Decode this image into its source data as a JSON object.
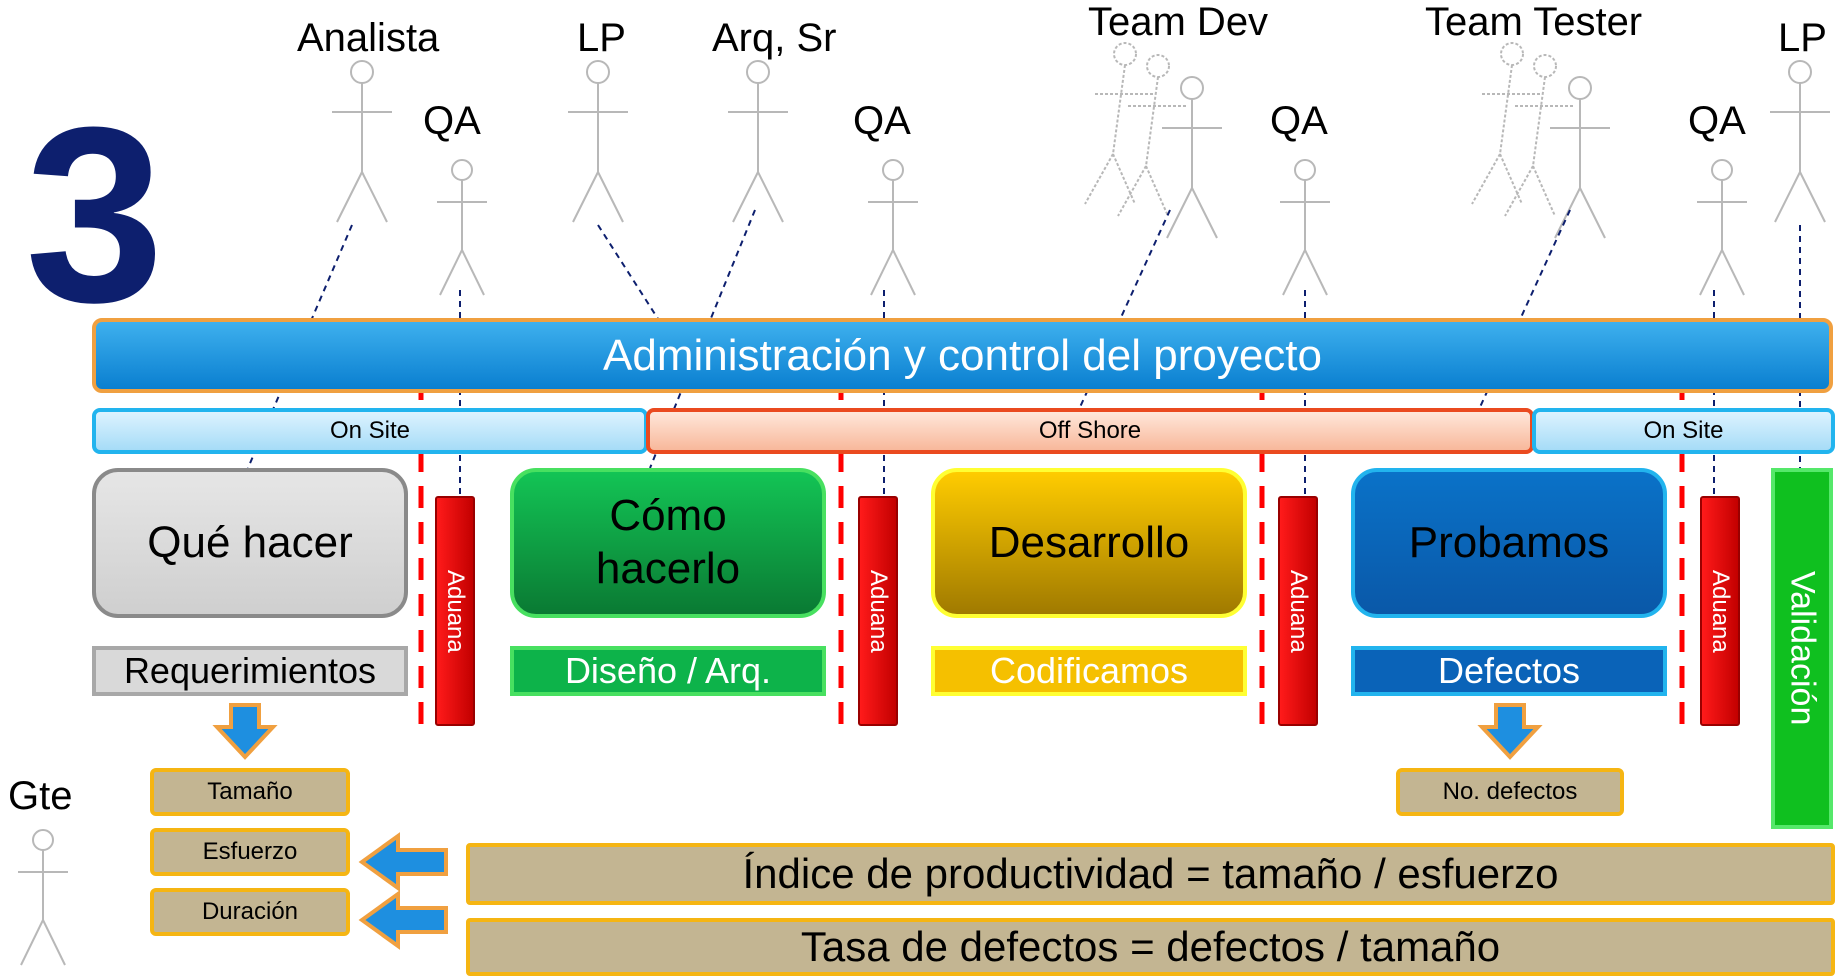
{
  "slide_number": "3",
  "roles": {
    "analista": "Analista",
    "lp_1": "LP",
    "arq_sr": "Arq, Sr",
    "team_dev": "Team Dev",
    "team_tester": "Team Tester",
    "lp_2": "LP",
    "qa": "QA",
    "gte": "Gte"
  },
  "admin_bar": "Administración y control del proyecto",
  "location_bands": {
    "on_site_left": "On Site",
    "off_shore": "Off Shore",
    "on_site_right": "On Site"
  },
  "phases": [
    {
      "label": "Qué hacer",
      "tag": "Requerimientos"
    },
    {
      "label": "Cómo hacerlo",
      "tag": "Diseño / Arq."
    },
    {
      "label": "Desarrollo",
      "tag": "Codificamos"
    },
    {
      "label": "Probamos",
      "tag": "Defectos"
    }
  ],
  "gates": {
    "aduana": "Aduana",
    "validacion": "Validación"
  },
  "metrics": {
    "tamano": "Tamaño",
    "esfuerzo": "Esfuerzo",
    "duracion": "Duración",
    "no_defectos": "No. defectos"
  },
  "formulas": {
    "productividad": "Índice de productividad = tamaño / esfuerzo",
    "defectos": "Tasa de defectos = defectos / tamaño"
  },
  "colors": {
    "navy": "#0d1f6e",
    "admin_blue": "#0a7fd0",
    "orange_border": "#f0a040",
    "red_dash": "#ff0000",
    "khaki": "#c3b592",
    "gold_border": "#f5b513",
    "green": "#0db34a",
    "yellow": "#f5c000",
    "blue": "#0a63b8",
    "gray": "#d9d9d9"
  }
}
